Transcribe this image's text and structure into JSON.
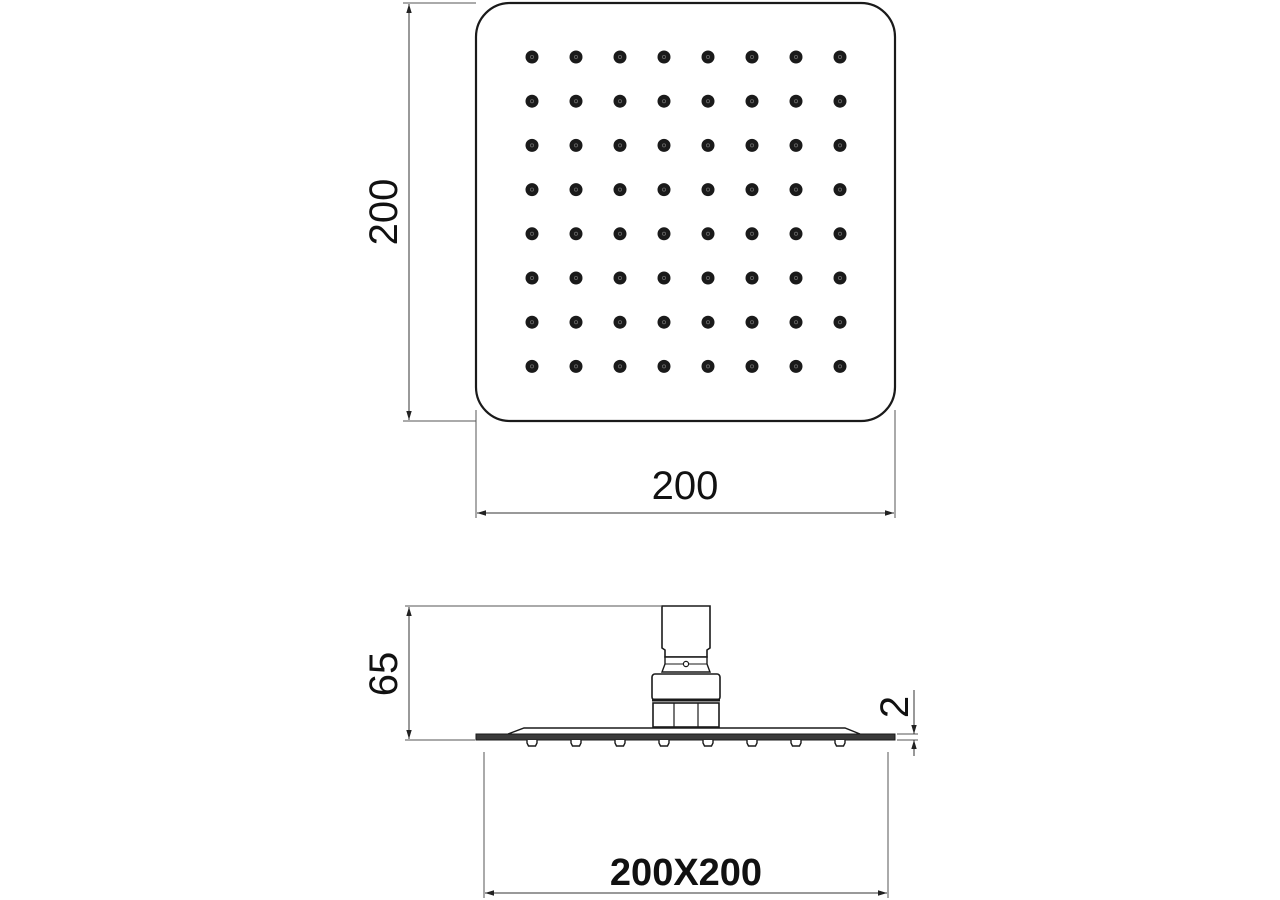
{
  "drawing": {
    "type": "technical-drawing",
    "subject": "square rain shower head",
    "views": [
      "top view",
      "side view"
    ]
  },
  "top_view": {
    "nozzle_grid": {
      "rows": 8,
      "cols": 8
    },
    "dimensions": {
      "height": "200",
      "width": "200"
    }
  },
  "side_view": {
    "dimensions": {
      "height": "65",
      "plate_thickness": "2",
      "overall_size": "200X200"
    },
    "visible_nozzles": 8
  },
  "colors": {
    "line": "#1a1a1a",
    "dim_line": "#555555",
    "background": "#ffffff"
  }
}
